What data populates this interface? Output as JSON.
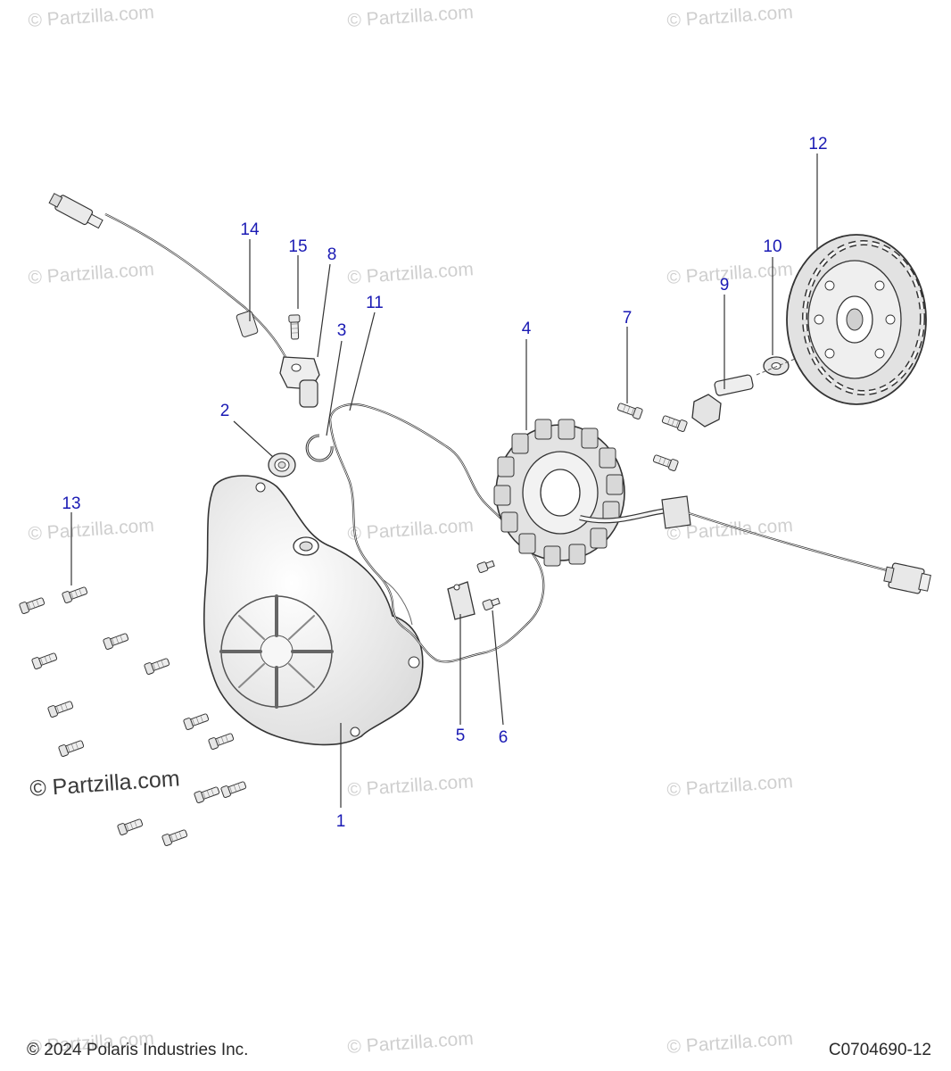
{
  "watermark": "© Partzilla.com",
  "watermark_prominent": "© Partzilla.com",
  "callouts": {
    "c1": "1",
    "c2": "2",
    "c3": "3",
    "c4": "4",
    "c5": "5",
    "c6": "6",
    "c7": "7",
    "c8": "8",
    "c9": "9",
    "c10": "10",
    "c11": "11",
    "c12": "12",
    "c13": "13",
    "c14": "14",
    "c15": "15"
  },
  "footer": {
    "copyright": "© 2024 Polaris Industries Inc.",
    "diagram_code": "C0704690-12"
  },
  "colors": {
    "callout": "#1a1ab4",
    "line": "#2a2a2a",
    "part_fill": "#f3f3f3",
    "watermark": "#cfcfcf"
  }
}
